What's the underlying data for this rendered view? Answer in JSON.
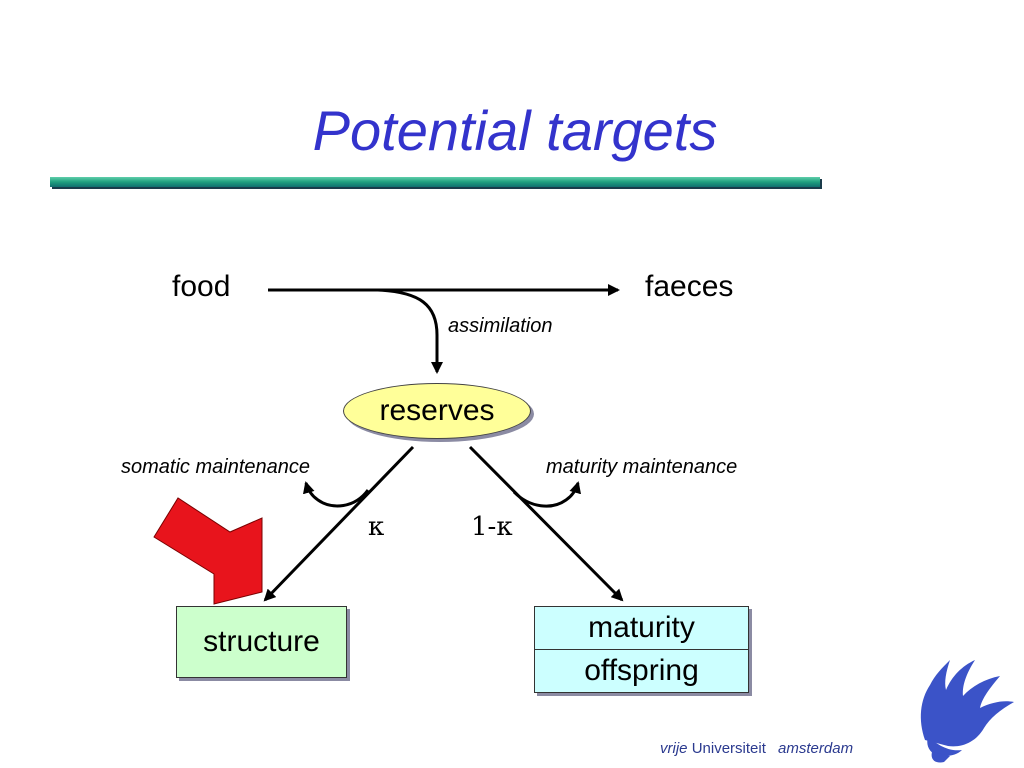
{
  "title": "Potential targets",
  "diagram": {
    "food": "food",
    "faeces": "faeces",
    "assimilation": "assimilation",
    "reserves": "reserves",
    "somatic_maintenance": "somatic maintenance",
    "maturity_maintenance": "maturity maintenance",
    "kappa": "κ",
    "one_minus_kappa": "1-κ",
    "structure": "structure",
    "maturity": "maturity",
    "offspring": "offspring"
  },
  "logo": {
    "word1": "vrije",
    "word2": "Universiteit",
    "word3": "amsterdam"
  },
  "colors": {
    "title": "#3333cc",
    "reserves_fill": "#ffff99",
    "structure_fill": "#ccffcc",
    "maturity_fill": "#ccffff",
    "target_arrow": "#e8141c",
    "logo": "#2b3a8f"
  },
  "icons": [
    "red-target-arrow",
    "vu-griffin-logo"
  ]
}
